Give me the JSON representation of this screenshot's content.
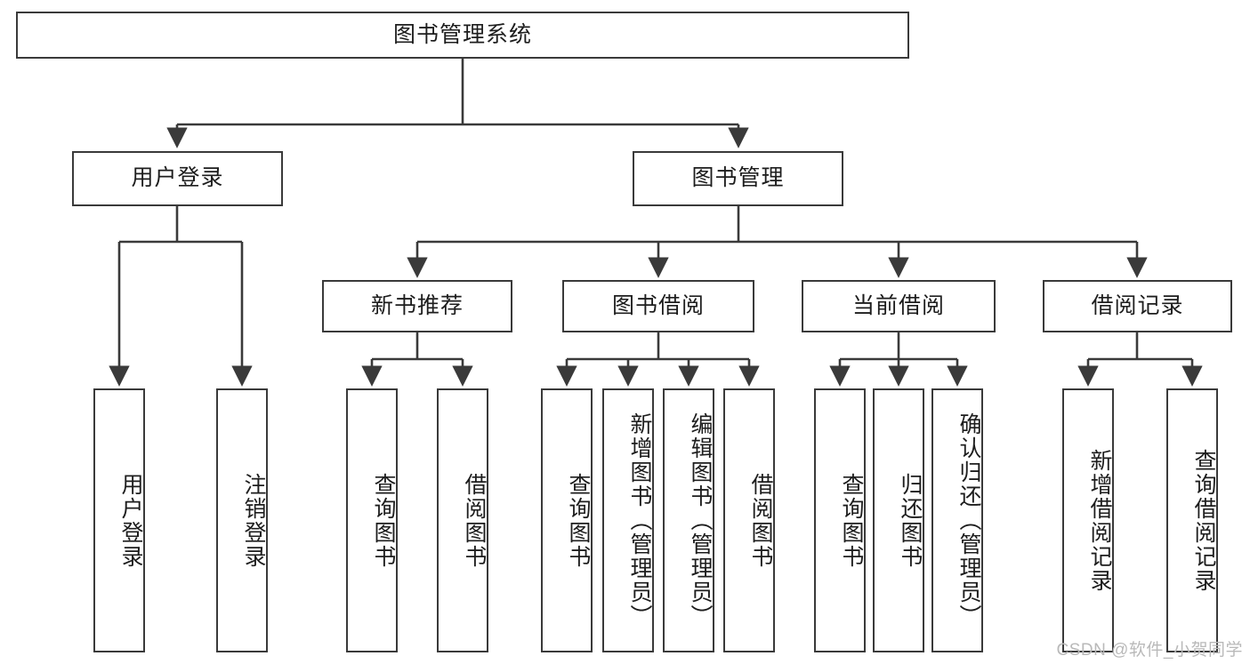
{
  "diagram": {
    "title": "图书管理系统",
    "type": "tree-hierarchy",
    "watermark": "CSDN @软件_小贺同学",
    "colors": {
      "box_border": "#3a3a3a",
      "box_fill": "#ffffff",
      "edge": "#3a3a3a",
      "text": "#1d1d1d",
      "watermark": "#b9b9b9",
      "background": "#ffffff"
    },
    "root": {
      "label": "图书管理系统"
    },
    "level2": [
      {
        "label": "用户登录"
      },
      {
        "label": "图书管理"
      }
    ],
    "level3": [
      {
        "label": "新书推荐"
      },
      {
        "label": "图书借阅"
      },
      {
        "label": "当前借阅"
      },
      {
        "label": "借阅记录"
      }
    ],
    "leaves": {
      "user_login": [
        {
          "label": "用户登录"
        },
        {
          "label": "注销登录"
        }
      ],
      "new_book_recommend": [
        {
          "label": "查询图书"
        },
        {
          "label": "借阅图书"
        }
      ],
      "book_borrow": [
        {
          "label": "查询图书"
        },
        {
          "label": "新增图书（管理员）"
        },
        {
          "label": "编辑图书（管理员）"
        },
        {
          "label": "借阅图书"
        }
      ],
      "current_borrow": [
        {
          "label": "查询图书"
        },
        {
          "label": "归还图书"
        },
        {
          "label": "确认归还（管理员）"
        }
      ],
      "borrow_record": [
        {
          "label": "新增借阅记录"
        },
        {
          "label": "查询借阅记录"
        }
      ]
    }
  }
}
